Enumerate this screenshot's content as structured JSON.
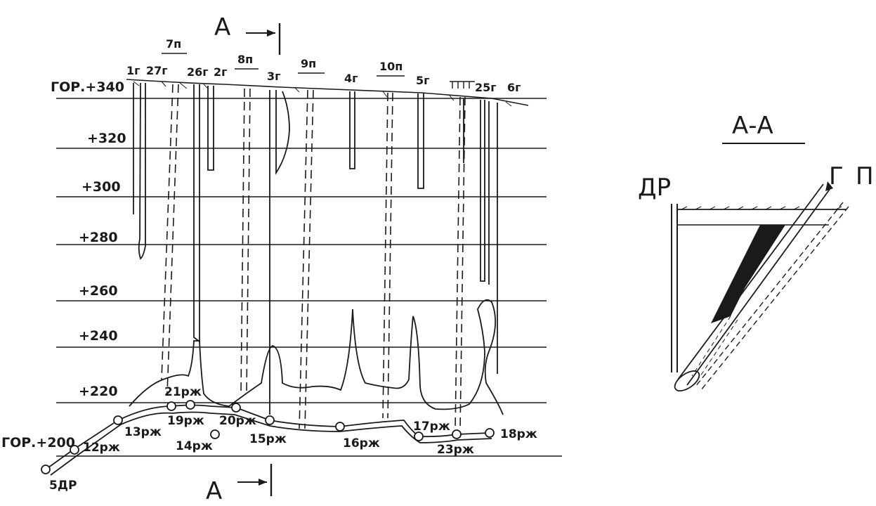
{
  "longitudinal_section": {
    "level_top_label": "ГОР.+340",
    "level_bottom_label": "ГОР.+200",
    "levels": [
      "+320",
      "+300",
      "+280",
      "+260",
      "+240",
      "+220"
    ],
    "section_marker": "А",
    "surface_wells": [
      "1г",
      "27г",
      "26г",
      "2г",
      "3г",
      "4г",
      "5г",
      "25г",
      "6г"
    ],
    "inclined_holes": [
      "7п",
      "8п",
      "9п",
      "10п"
    ],
    "points": [
      "13рж",
      "12рж",
      "21рж",
      "19рж",
      "14рж",
      "20рж",
      "15рж",
      "16рж",
      "17рж",
      "23рж",
      "18рж"
    ],
    "drift_label": "5ДР"
  },
  "cross_section": {
    "title": "А-А",
    "label_left": "ДР",
    "label_mid": "Г",
    "label_right": "П"
  }
}
